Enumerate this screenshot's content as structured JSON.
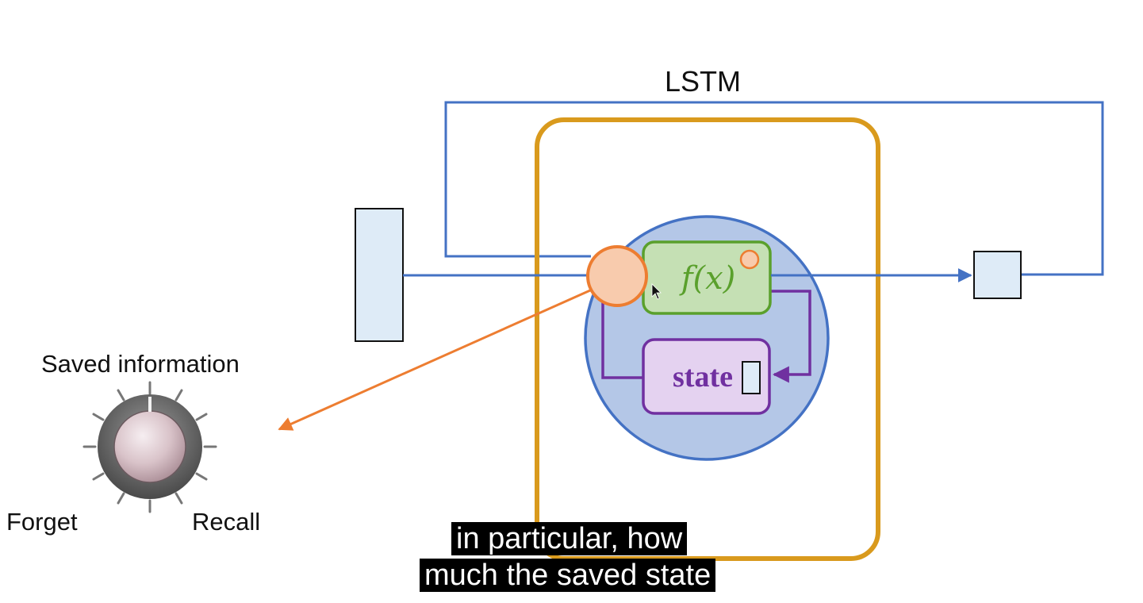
{
  "diagram": {
    "title": "LSTM",
    "cell": {
      "function_label": "f(x)",
      "state_label": "state"
    },
    "knob": {
      "title": "Saved information",
      "left_label": "Forget",
      "right_label": "Recall"
    }
  },
  "subtitles": {
    "line1": "in particular, how",
    "line2": "much the saved state"
  },
  "colors": {
    "recurrent_wire": "#4472c4",
    "cell_border": "#d99a1d",
    "circle_fill": "#b4c7e7",
    "gate_fill": "#f8cbad",
    "gate_stroke": "#ed7d31",
    "function_fill": "#c5e0b4",
    "function_stroke": "#5aa02c",
    "state_fill": "#e4d2f0",
    "state_stroke": "#7030a0",
    "io_box_fill": "#deebf7"
  },
  "icons": {
    "gate": "gate-circle",
    "knob": "rotary-knob-icon",
    "cursor": "mouse-cursor-icon"
  }
}
